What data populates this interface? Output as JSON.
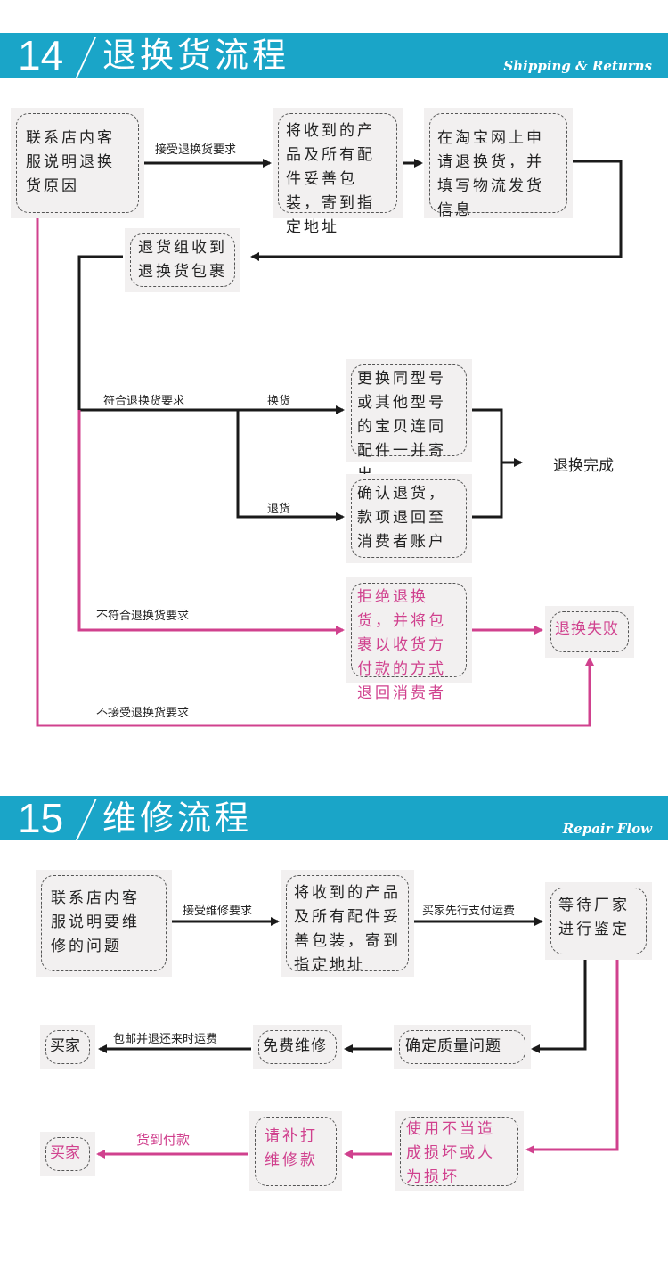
{
  "section14": {
    "number": "14",
    "title": "退换货流程",
    "subtitle": "Shipping & Returns",
    "boxes": {
      "contact": "联系店内客服说明退换货原因",
      "pack": "将收到的产品及所有配件妥善包装，寄到指定地址",
      "apply": "在淘宝网上申请退换货，并填写物流发货信息",
      "received": "退货组收到退换货包裹",
      "exchange": "更换同型号或其他型号的宝贝连同配件一并寄出",
      "refund": "确认退货，款项退回至消费者账户",
      "reject": "拒绝退换货，并将包裹以收货方付款的方式退回消费者",
      "fail": "退换失败"
    },
    "labels": {
      "accept": "接受退换货要求",
      "meets": "符合退换货要求",
      "exchange": "换货",
      "return": "退货",
      "complete": "退换完成",
      "not_meets": "不符合退换货要求",
      "not_accept": "不接受退换货要求"
    }
  },
  "section15": {
    "number": "15",
    "title": "维修流程",
    "subtitle": "Repair Flow",
    "boxes": {
      "contact": "联系店内客服说明要维修的问题",
      "pack": "将收到的产品及所有配件妥善包装，寄到指定地址",
      "await": "等待厂家进行鉴定",
      "quality": "确定质量问题",
      "free": "免费维修",
      "buyer1": "买家",
      "misuse": "使用不当造成损坏或人为损坏",
      "pay": "请补打维修款",
      "buyer2": "买家"
    },
    "labels": {
      "accept": "接受维修要求",
      "prepay": "买家先行支付运费",
      "shipping": "包邮并退还来时运费",
      "cod": "货到付款"
    }
  },
  "colors": {
    "header": "#1aa5c8",
    "pink": "#d0418e",
    "line": "#1a1a1a"
  }
}
